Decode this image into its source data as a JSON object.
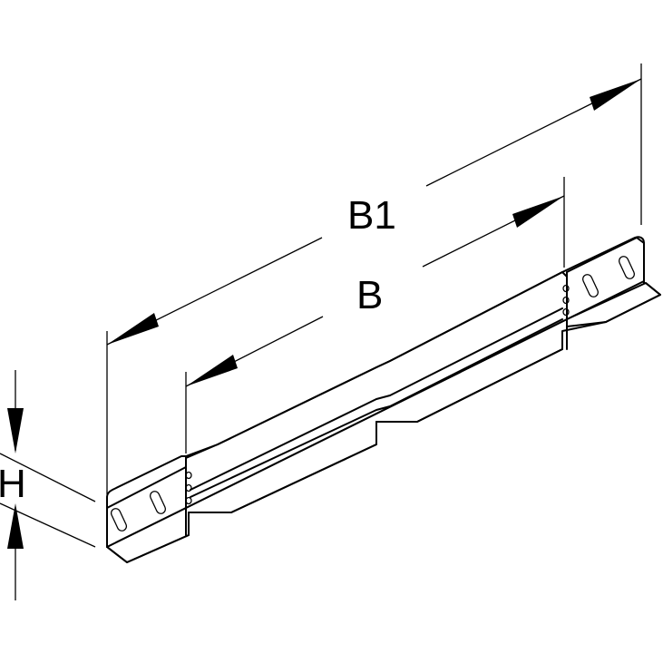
{
  "labels": {
    "overall_width": "B1",
    "inner_width": "B",
    "height": "H"
  },
  "colors": {
    "line": "#000000",
    "background": "#ffffff"
  }
}
